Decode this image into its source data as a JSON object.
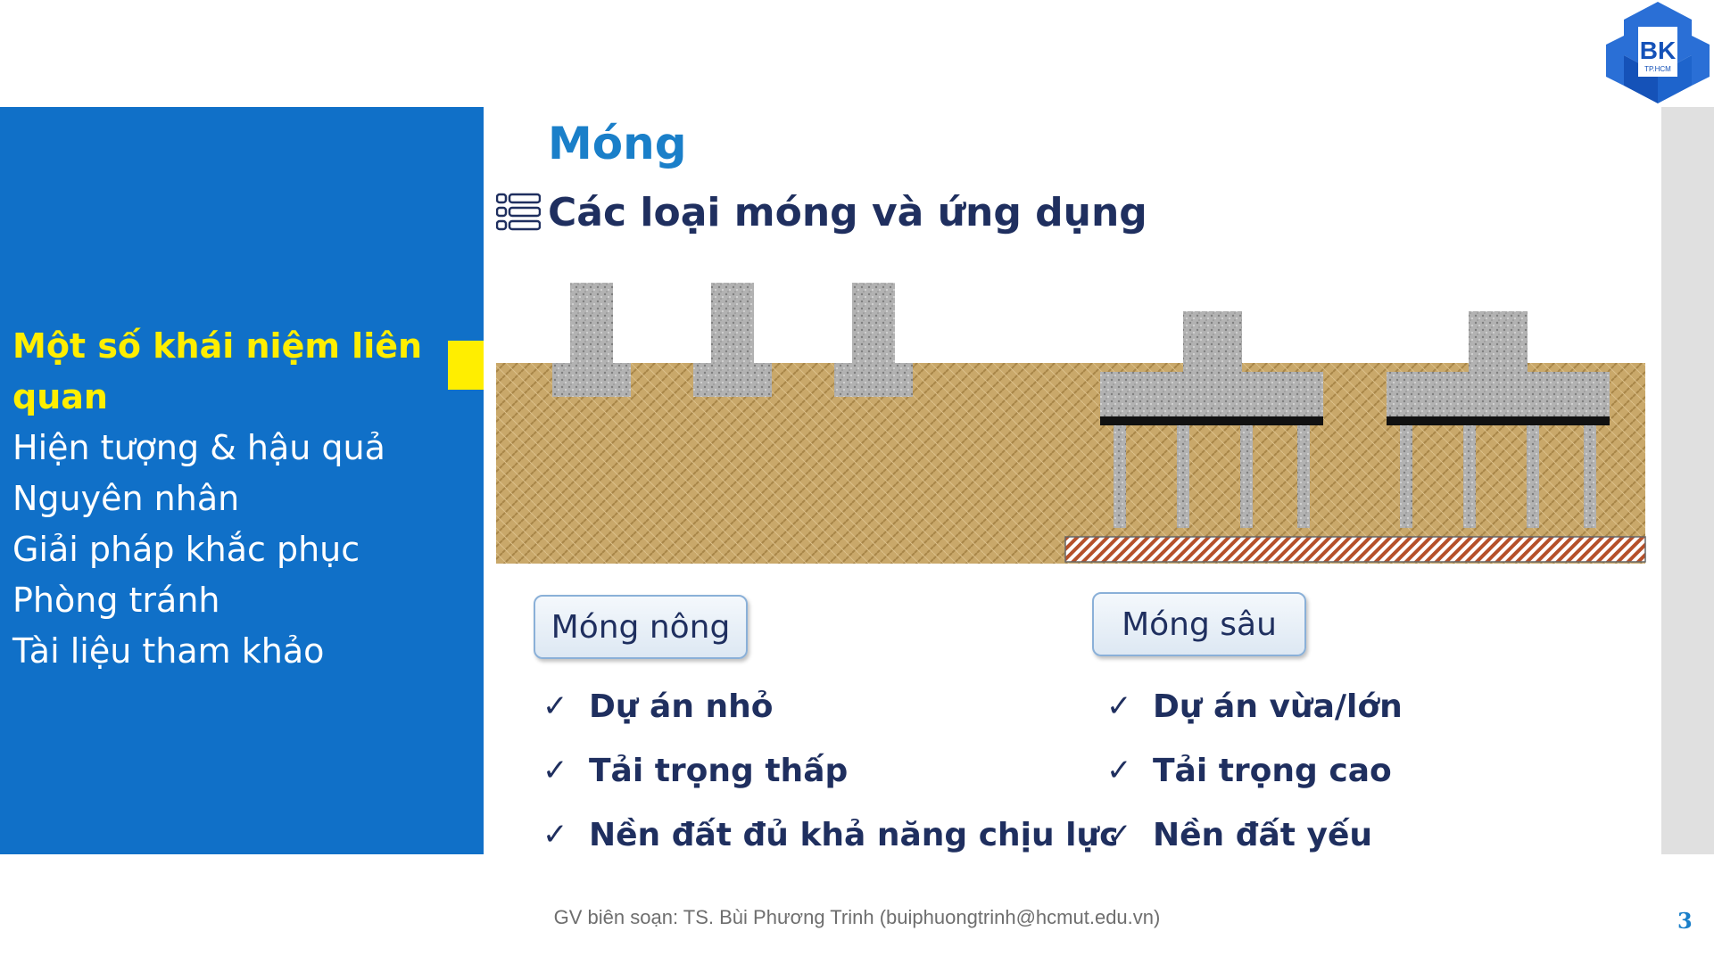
{
  "sidebar": {
    "items": [
      {
        "label": "Một số khái niệm liên quan"
      },
      {
        "label": "Hiện tượng & hậu quả"
      },
      {
        "label": "Nguyên nhân"
      },
      {
        "label": "Giải pháp khắc phục"
      },
      {
        "label": "Phòng tránh"
      },
      {
        "label": "Tài liệu tham khảo"
      }
    ]
  },
  "logo": {
    "text": "BK",
    "subtext": "TP.HCM"
  },
  "slide": {
    "title": "Móng",
    "subtitle": "Các loại móng và ứng dụng"
  },
  "categories": {
    "shallow": {
      "label": "Móng nông",
      "items": [
        "Dự án nhỏ",
        "Tải trọng thấp",
        "Nền đất đủ khả năng chịu lực"
      ]
    },
    "deep": {
      "label": "Móng sâu",
      "items": [
        "Dự án vừa/lớn",
        "Tải trọng cao",
        "Nền đất yếu"
      ]
    }
  },
  "check_symbol": "✓",
  "footer": {
    "author": "GV biên soạn: TS. Bùi Phương Trinh (buiphuongtrinh@hcmut.edu.vn)",
    "page": "3"
  },
  "colors": {
    "sidebar": "#1070c8",
    "accent": "#ffee00",
    "title": "#1a7fc9",
    "text": "#1f2f5f",
    "soil": "#c9a86a",
    "concrete": "#a9a9a9"
  }
}
